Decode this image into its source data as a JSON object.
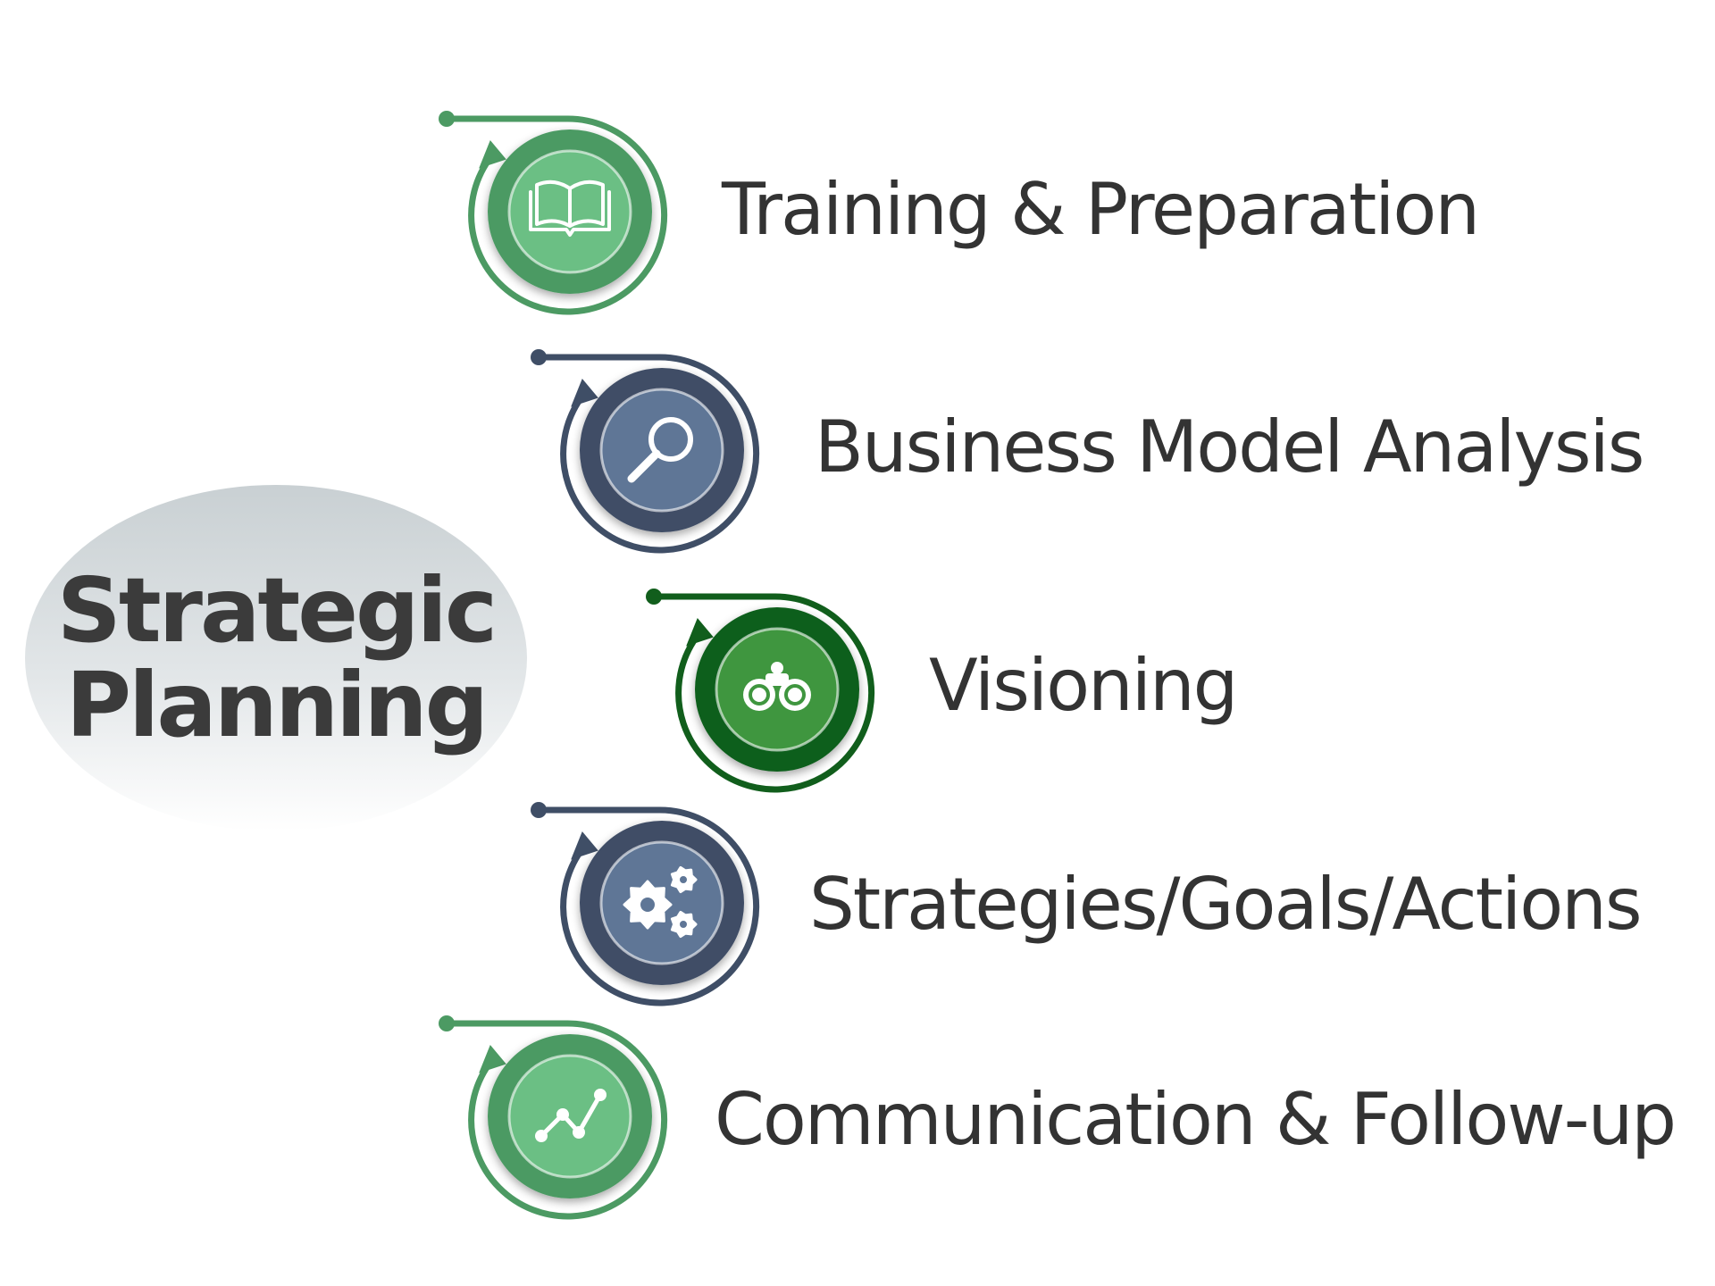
{
  "center": {
    "line1": "Strategic",
    "line2": "Planning"
  },
  "steps": [
    {
      "label": "Training & Preparation",
      "icon": "book-icon",
      "color": "#4c9a63",
      "inner": "#6bbf84"
    },
    {
      "label": "Business Model Analysis",
      "icon": "magnifier-icon",
      "color": "#3f4e66",
      "inner": "#5f7696"
    },
    {
      "label": "Visioning",
      "icon": "binoculars-icon",
      "color": "#115e1c",
      "inner": "#3f963f"
    },
    {
      "label": "Strategies/Goals/Actions",
      "icon": "gears-icon",
      "color": "#3f4e66",
      "inner": "#5f7696"
    },
    {
      "label": "Communication & Follow-up",
      "icon": "line-chart-icon",
      "color": "#4c9a63",
      "inner": "#6bbf84"
    }
  ]
}
